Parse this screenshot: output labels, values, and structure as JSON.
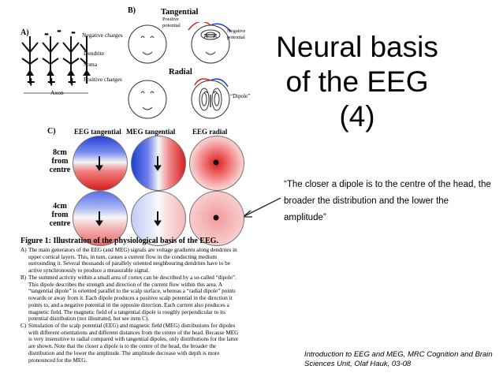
{
  "slide": {
    "title_lines": [
      "Neural basis",
      "of the EEG",
      "(4)"
    ],
    "quote_lines": [
      "“The closer a dipole is to the centre of the head, the",
      "broader the distribution and the lower the",
      "amplitude”"
    ],
    "credit_lines": [
      "Introduction to EEG and MEG, MRC Cognition and Brain",
      "Sciences Unit, Olaf Hauk, 03-08"
    ]
  },
  "panel_a": {
    "letter": "A)",
    "negative": "Negative charges",
    "dendrite": "Dendrite",
    "soma": "Soma",
    "positive": "Positive charges",
    "axon": "Axon"
  },
  "panel_b": {
    "letter": "B)",
    "tangential": "Tangential",
    "positive_potential": [
      "Positive",
      "potential"
    ],
    "negative_potential": [
      "Negative",
      "potential"
    ],
    "radial": "Radial",
    "dipole": "“Dipole”"
  },
  "panel_c": {
    "letter": "C)",
    "col_eeg_tan": "EEG tangential",
    "col_meg_tan": "MEG tangential",
    "col_eeg_rad": "EEG radial",
    "row1": [
      "8cm",
      "from",
      "centre"
    ],
    "row2": [
      "4cm",
      "from",
      "centre"
    ]
  },
  "figure": {
    "caption_title": "Figure 1: Illustration of the physiological basis of the EEG.",
    "items": [
      {
        "letter": "A)",
        "lines": [
          "The main generators of the EEG (and MEG) signals are voltage gradients along dendrites in",
          "upper cortical layers. This, in turn, causes a current flow in the conducting medium",
          "surrounding it. Several thousands of parallely oriented neighbouring dendrites have to be",
          "active synchronously to produce a measurable signal."
        ]
      },
      {
        "letter": "B)",
        "lines": [
          "The summed activity within a small area of cortex can be described by a so-called “dipole”.",
          "This dipole describes the strength and direction of the current flow within this area. A",
          "“tangential dipole” is oriented parallel to the scalp surface, whereas a “radial dipole” points",
          "towards or away from it. Each dipole produces a positive scalp potential in the direction it",
          "points to, and a negative potential in the opposite direction. Each current also produces a",
          "magnetic field. The magnetic field of a tangential dipole is roughly perpendicular to its",
          "potential distribution (not illustrated, but see item C)."
        ]
      },
      {
        "letter": "C)",
        "lines": [
          "Simulation of the scalp potential (EEG) and magnetic field (MEG) distributions for dipoles",
          "with different orientations and different distances from the centre of the head. Because MEG",
          "is very insensitive to radial compared with tangential dipoles, only distributions for the latter",
          "are shown. Note that the closer a dipole is to the centre of the head, the broader the",
          "distribution and the lower the amplitude. The amplitude decrease with depth is more",
          "pronounced for the MEG."
        ]
      }
    ]
  },
  "colors": {
    "positive": "#e02020",
    "negative": "#1f3fd0",
    "arrow": "#4a4a4a"
  }
}
